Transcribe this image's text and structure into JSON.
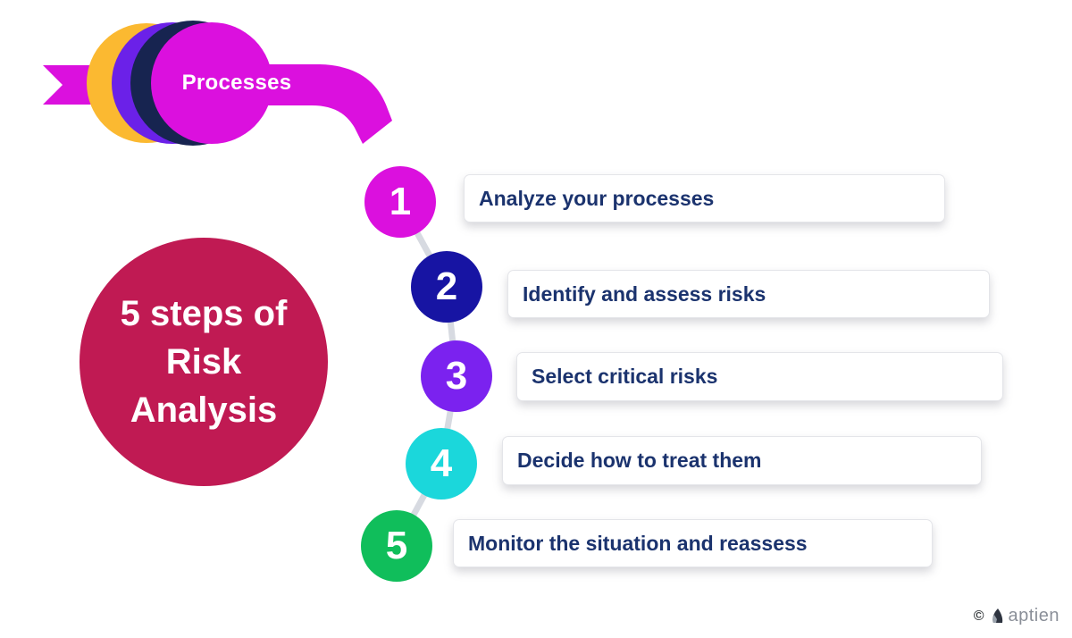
{
  "ribbon": {
    "label": "Processes",
    "color": "#DB10DE",
    "stack_colors": {
      "amber": "#FBB931",
      "purple": "#6B21E8",
      "navy": "#172450"
    }
  },
  "title_circle": {
    "lines": [
      "5 steps of",
      "Risk",
      "Analysis"
    ],
    "color": "#C01A53"
  },
  "steps": [
    {
      "number": "1",
      "label": "Analyze your processes",
      "color": "#DB10DE"
    },
    {
      "number": "2",
      "label": "Identify and assess risks",
      "color": "#1714A3"
    },
    {
      "number": "3",
      "label": "Select critical risks",
      "color": "#7B22EF"
    },
    {
      "number": "4",
      "label": "Decide how to treat them",
      "color": "#1BD7DB"
    },
    {
      "number": "5",
      "label": "Monitor the situation and reassess",
      "color": "#10BE5B"
    }
  ],
  "footer": {
    "copyright_symbol": "©",
    "brand": "aptien"
  },
  "colors": {
    "label_text": "#1B336E",
    "connector": "#D7DAE1",
    "box_border": "#E4E5E9",
    "background": "#FFFFFF",
    "footer_text": "#8A8F98"
  }
}
